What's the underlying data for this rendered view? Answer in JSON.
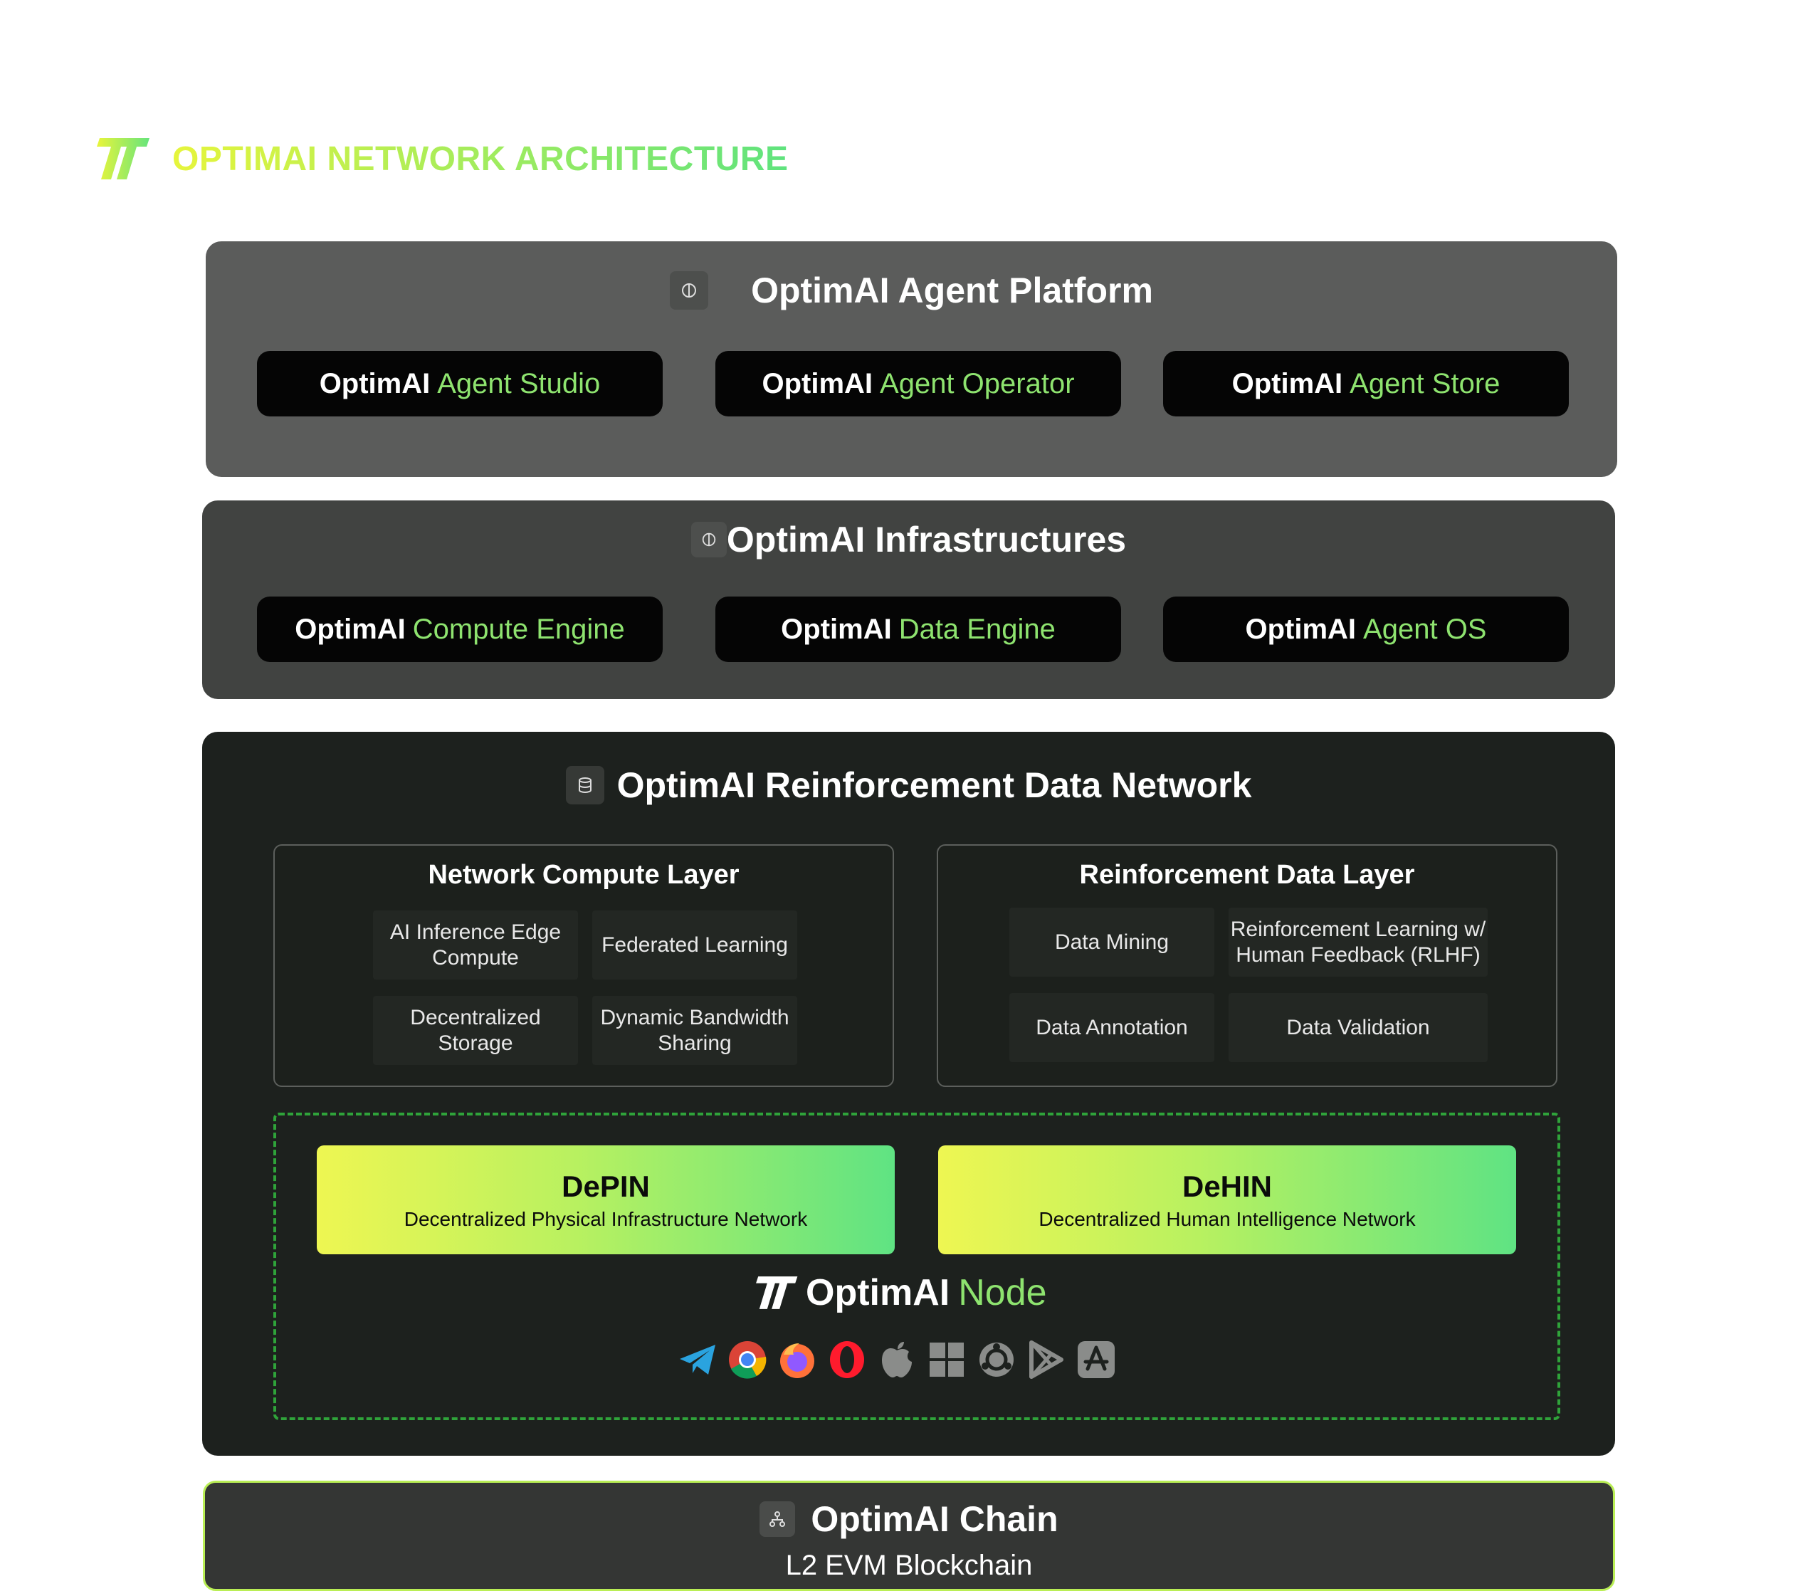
{
  "header": {
    "title": "OPTIMAI NETWORK ARCHITECTURE"
  },
  "agent_platform": {
    "title": "OptimAI Agent Platform",
    "items": [
      {
        "prefix": "OptimAI",
        "name": "Agent Studio"
      },
      {
        "prefix": "OptimAI",
        "name": "Agent  Operator"
      },
      {
        "prefix": "OptimAI",
        "name": "Agent Store"
      }
    ]
  },
  "infrastructures": {
    "title": "OptimAI Infrastructures",
    "items": [
      {
        "prefix": "OptimAI",
        "name": "Compute Engine"
      },
      {
        "prefix": "OptimAI",
        "name": "Data Engine"
      },
      {
        "prefix": "OptimAI",
        "name": "Agent OS"
      }
    ]
  },
  "data_network": {
    "title": "OptimAI Reinforcement Data Network",
    "compute_layer": {
      "title": "Network Compute Layer",
      "cells": [
        "AI Inference Edge Compute",
        "Federated Learning",
        "Decentralized Storage",
        "Dynamic Bandwidth Sharing"
      ]
    },
    "data_layer": {
      "title": "Reinforcement Data Layer",
      "cells": [
        "Data Mining",
        "Reinforcement Learning w/ Human Feedback (RLHF)",
        "Data Annotation",
        "Data Validation"
      ]
    },
    "depin": {
      "title": "DePIN",
      "subtitle": "Decentralized Physical Infrastructure Network"
    },
    "dehin": {
      "title": "DeHIN",
      "subtitle": "Decentralized Human Intelligence Network"
    },
    "node": {
      "prefix": "OptimAI",
      "name": "Node"
    },
    "platforms": [
      "telegram-icon",
      "chrome-icon",
      "firefox-icon",
      "opera-icon",
      "apple-icon",
      "windows-icon",
      "ubuntu-icon",
      "google-play-icon",
      "app-store-icon"
    ]
  },
  "chain": {
    "title": "OptimAI Chain",
    "subtitle": "L2 EVM Blockchain"
  }
}
